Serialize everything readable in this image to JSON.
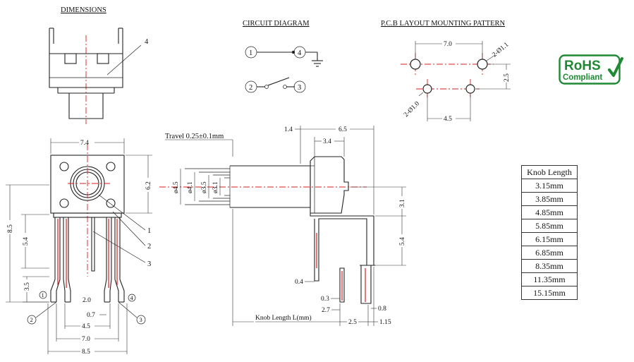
{
  "titles": {
    "dimensions": "DIMENSIONS",
    "circuit": "CIRCUIT DIAGRAM",
    "pcb": "P.C.B LAYOUT MOUNTING PATTERN"
  },
  "circuit": {
    "pin1": "1",
    "pin2": "2",
    "pin3": "3",
    "pin4": "4"
  },
  "pcb": {
    "pitch_x": "7.0",
    "pitch_y": "2.5",
    "hole_top": "2-Ø1.1",
    "hole_bottom": "2-Ø1.0",
    "pitch_x2": "4.5"
  },
  "top_view": {
    "callout": "4"
  },
  "front_view": {
    "width": "7.4",
    "height": "6.2",
    "total_height": "8.5",
    "leg_height": "5.4",
    "pin_offset": "3.5",
    "pin_gap": "2.0",
    "pin_width": "0.7",
    "span1": "4.5",
    "span2": "7.0",
    "span3": "8.5",
    "callout1": "1",
    "callout2": "2",
    "callout3": "3",
    "pin1": "1",
    "pin2": "2",
    "pin3": "3",
    "pin4": "4"
  },
  "side_view": {
    "travel": "Travel 0.25±0.1mm",
    "d1": "1.4",
    "d2": "6.5",
    "d3": "3.4",
    "dia1": "ø4.5",
    "dia2": "ø4.1",
    "dia3": "ø3.5",
    "dia4": "ø3.1",
    "h1": "3.1",
    "h2": "5.4",
    "p1": "0.4",
    "p2": "0.3",
    "p3": "2.7",
    "p4": "0.8",
    "p5": "2.5",
    "p6": "1.15",
    "knob": "Knob Length L(mm)"
  },
  "rohs": {
    "line1": "RoHS",
    "line2": "Compliant"
  },
  "knob_table": {
    "header": "Knob Length",
    "rows": [
      "3.15mm",
      "3.85mm",
      "4.85mm",
      "5.85mm",
      "6.15mm",
      "6.85mm",
      "8.35mm",
      "11.35mm",
      "15.15mm"
    ]
  }
}
